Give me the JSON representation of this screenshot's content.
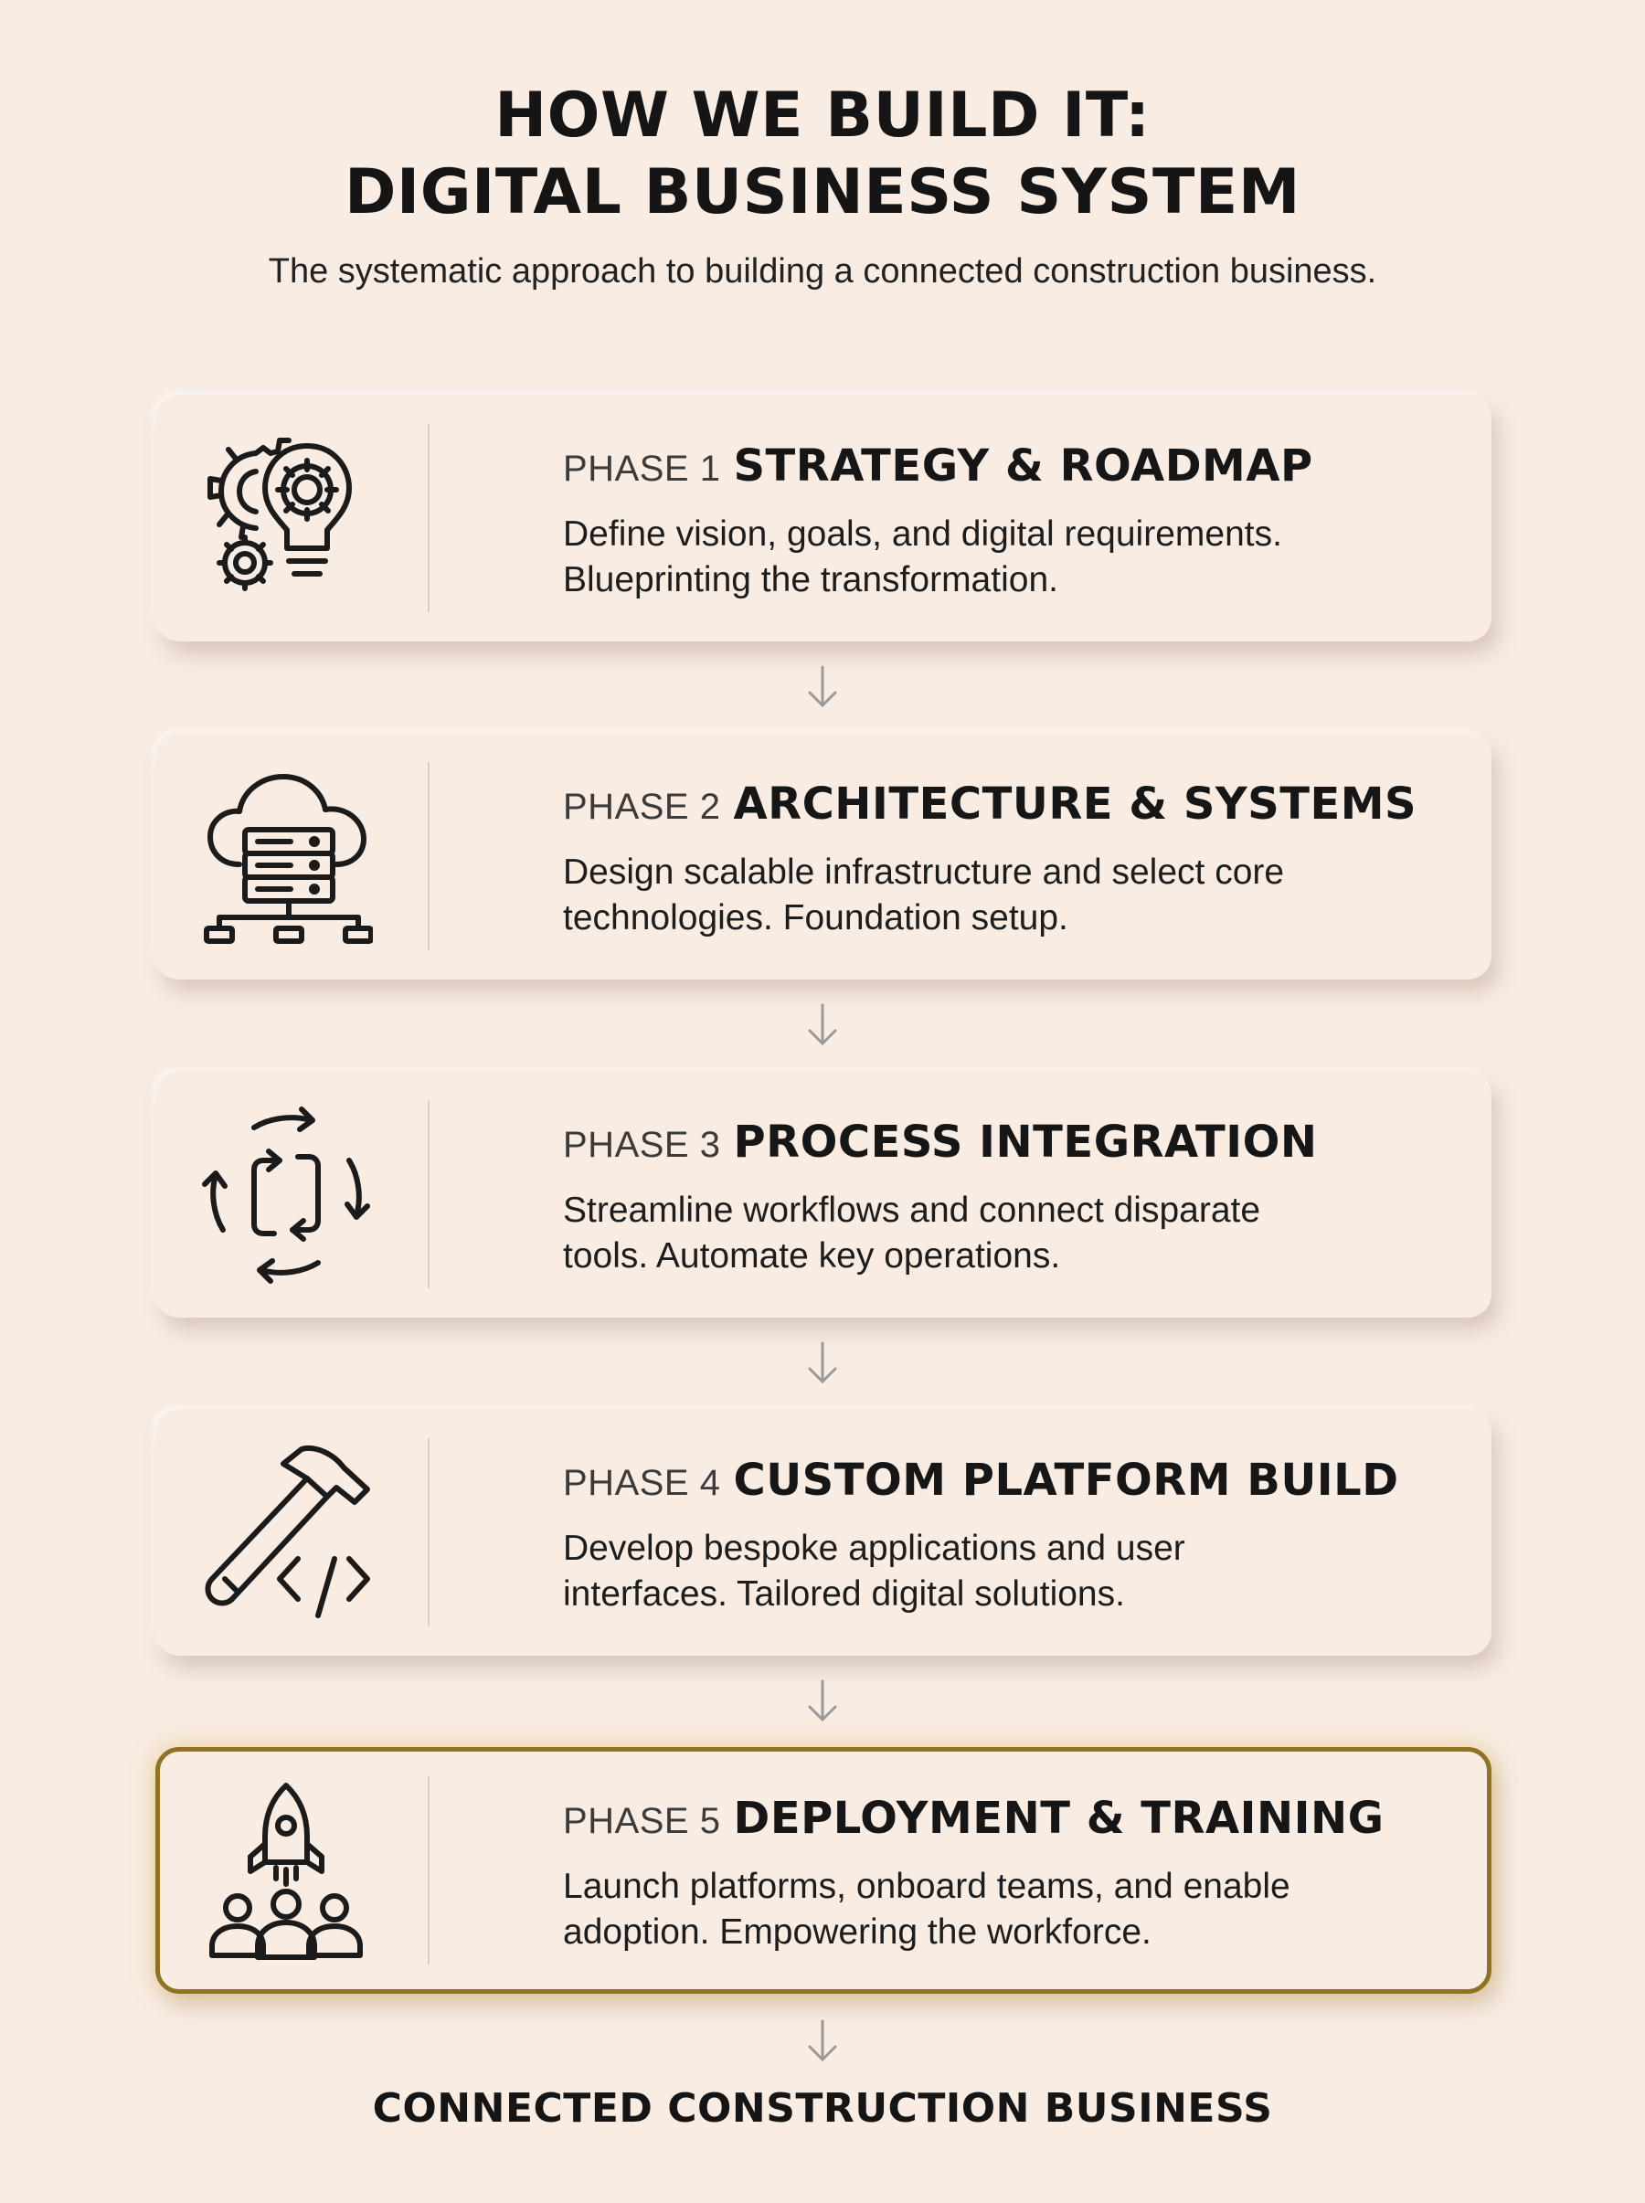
{
  "header": {
    "title_line1": "HOW WE BUILD IT:",
    "title_line2": "DIGITAL BUSINESS SYSTEM",
    "subtitle": "The systematic approach to building a connected construction business."
  },
  "phases": [
    {
      "label": "PHASE 1",
      "name": "STRATEGY & ROADMAP",
      "line1": "Define vision, goals, and digital requirements.",
      "line2": "Blueprinting the transformation.",
      "icon": "gears-lightbulb-icon"
    },
    {
      "label": "PHASE 2",
      "name": "ARCHITECTURE & SYSTEMS",
      "line1": "Design scalable infrastructure and select core",
      "line2": "technologies. Foundation setup.",
      "icon": "cloud-server-network-icon"
    },
    {
      "label": "PHASE 3",
      "name": "PROCESS INTEGRATION",
      "line1": "Streamline workflows and connect disparate",
      "line2": "tools. Automate key operations.",
      "icon": "sync-cycle-icon"
    },
    {
      "label": "PHASE 4",
      "name": "CUSTOM PLATFORM BUILD",
      "line1": "Develop bespoke applications and user",
      "line2": "interfaces. Tailored digital solutions.",
      "icon": "hammer-code-icon"
    },
    {
      "label": "PHASE 5",
      "name": "DEPLOYMENT & TRAINING",
      "line1": "Launch platforms, onboard teams, and enable",
      "line2": "adoption. Empowering the workforce.",
      "icon": "rocket-team-icon"
    }
  ],
  "footer": {
    "text": "CONNECTED CONSTRUCTION BUSINESS"
  },
  "colors": {
    "background": "#f8ece3",
    "highlight_border": "#8e7324",
    "text": "#1b1b1b",
    "arrow": "#9a9a9a"
  }
}
